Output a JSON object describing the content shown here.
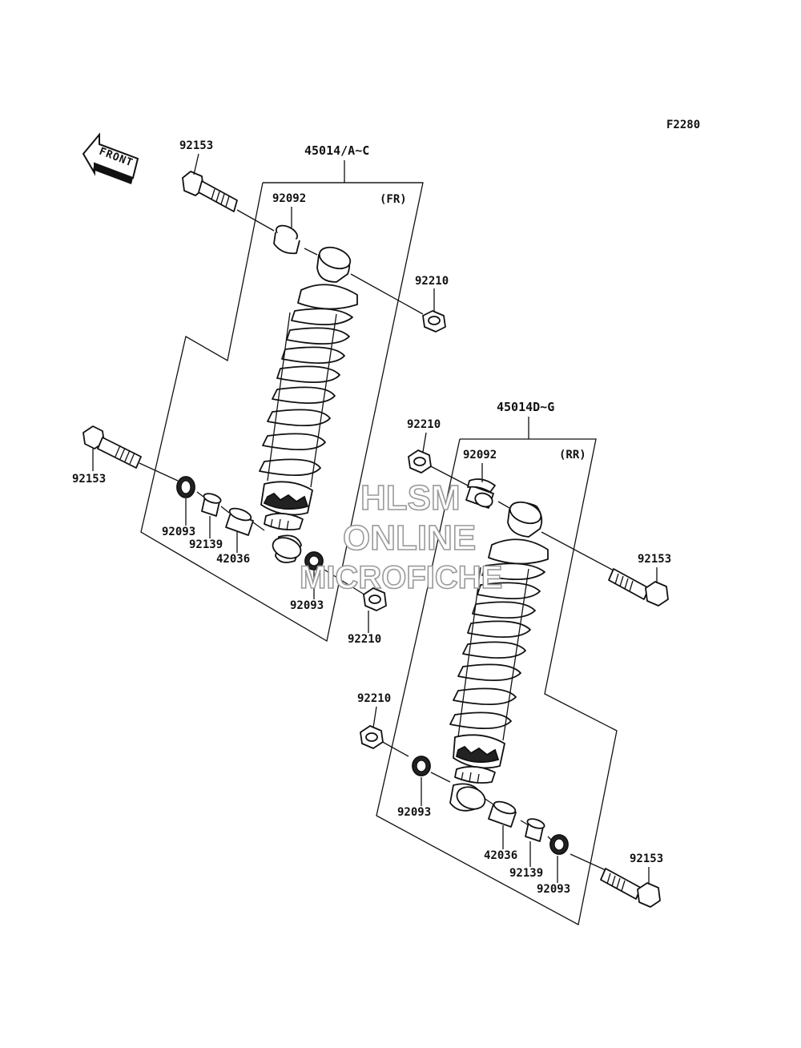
{
  "figure_code": "F2280",
  "front_arrow_label": "FRONT",
  "watermark": {
    "line1": "HLSM",
    "line2": "ONLINE",
    "line3": "MICROFICHE"
  },
  "front_assembly": {
    "part_number": "45014/A~C",
    "position": "(FR)",
    "callouts": {
      "bolt_upper": "92153",
      "collar_upper": "92092",
      "nut_upper": "92210",
      "bolt_lower": "92153",
      "seal_left": "92093",
      "bushing": "92139",
      "collar_lower": "42036",
      "seal_right": "92093",
      "nut_lower": "92210"
    }
  },
  "rear_assembly": {
    "part_number": "45014D~G",
    "position": "(RR)",
    "callouts": {
      "nut_upper": "92210",
      "collar_upper": "92092",
      "bolt_upper": "92153",
      "nut_lower": "92210",
      "seal_left": "92093",
      "collar_lower": "42036",
      "bushing": "92139",
      "seal_right": "92093",
      "bolt_lower": "92153"
    }
  }
}
